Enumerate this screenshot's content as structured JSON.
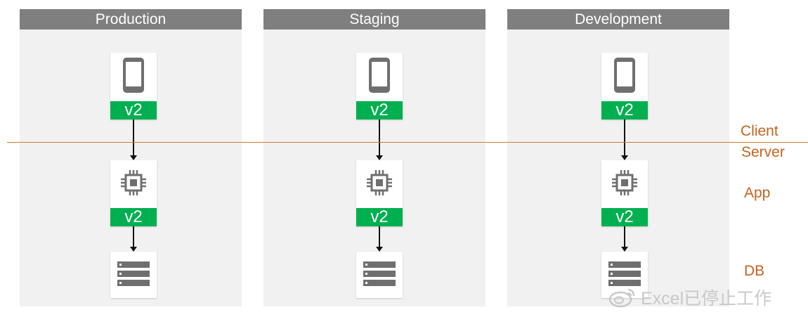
{
  "environments": [
    {
      "name": "Production",
      "client_version": "v2",
      "app_version": "v2"
    },
    {
      "name": "Staging",
      "client_version": "v2",
      "app_version": "v2"
    },
    {
      "name": "Development",
      "client_version": "v2",
      "app_version": "v2"
    }
  ],
  "layers": {
    "client": "Client",
    "server": "Server",
    "app": "App",
    "db": "DB"
  },
  "watermark": "Excel已停止工作",
  "colors": {
    "header_bg": "#7f7f7f",
    "column_bg": "#f1f1f1",
    "badge": "#00b050",
    "icon": "#6f6f6f",
    "divider": "#d07a2e",
    "layer_label": "#c5631d"
  },
  "icons": {
    "client": "mobile-phone-icon",
    "app": "cpu-chip-icon",
    "db": "server-rack-icon"
  }
}
